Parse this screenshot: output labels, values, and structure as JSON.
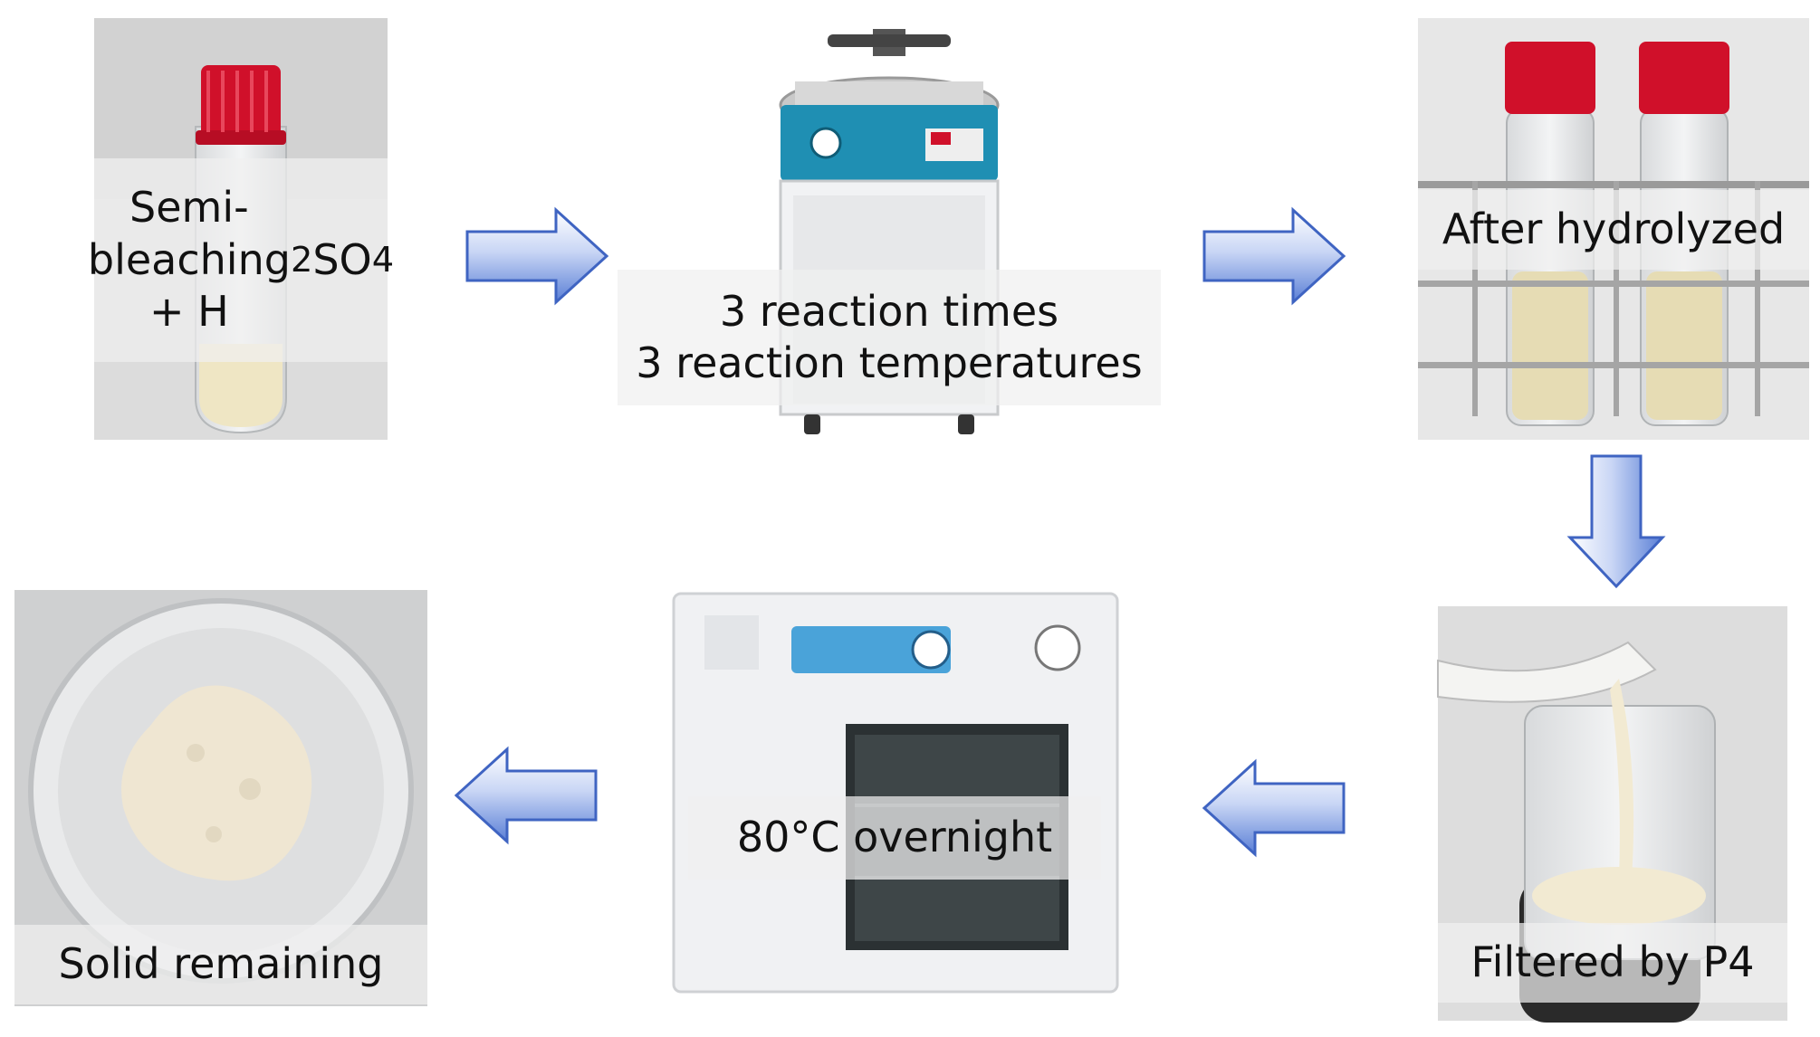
{
  "steps": {
    "step1": {
      "caption_html": "Semi-\nbleaching\n+ H<sub>2</sub>SO<sub>4</sub>"
    },
    "step2": {
      "caption": "3 reaction times\n3 reaction temperatures"
    },
    "step3": {
      "caption": "After hydrolyzed"
    },
    "step4": {
      "caption": "Filtered by P4"
    },
    "step5": {
      "caption": "80°C overnight"
    },
    "step6": {
      "caption": "Solid remaining"
    }
  },
  "colors": {
    "arrow_light": "#e6ecfa",
    "arrow_dark": "#5a7fd6",
    "arrow_stroke": "#3f64c2",
    "cap_red": "#d0102a",
    "autoclave_teal": "#1f8fb3",
    "oven_blue": "#4aa3d9"
  },
  "icons": {
    "arrows": [
      "arrow-right-icon",
      "arrow-right-icon",
      "arrow-down-icon",
      "arrow-left-icon",
      "arrow-left-icon"
    ]
  }
}
